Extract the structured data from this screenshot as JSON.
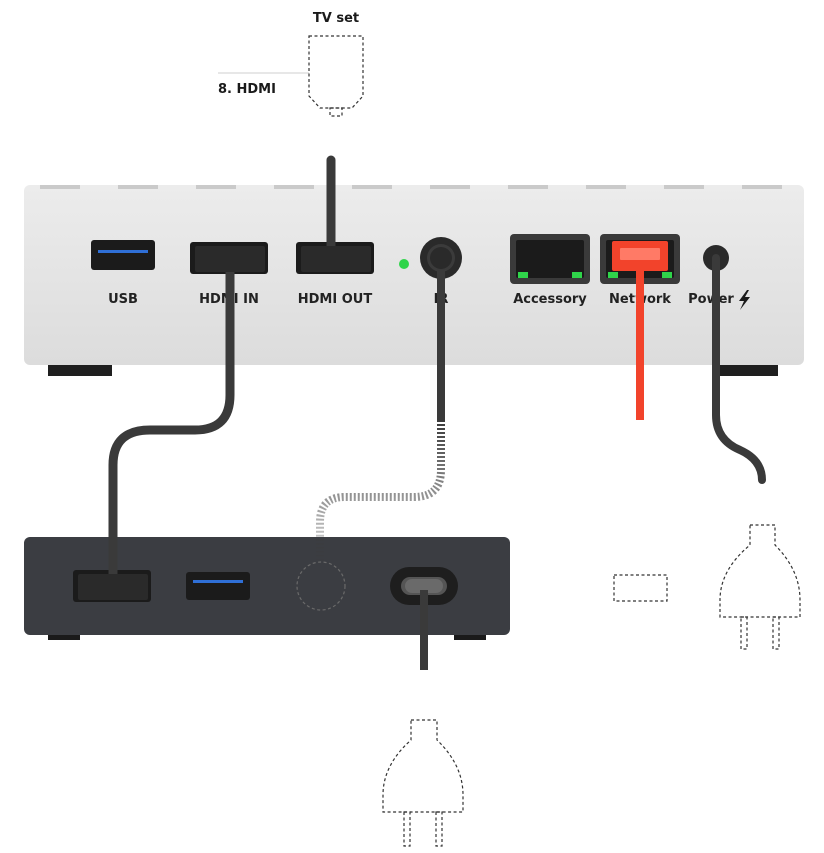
{
  "callout": {
    "tv_set": "TV set",
    "hdmi_ref": "8. HDMI"
  },
  "hub_ports": {
    "usb": "USB",
    "hdmi_in": "HDMI IN",
    "hdmi_out": "HDMI OUT",
    "ir": "IR",
    "accessory": "Accessory",
    "network": "Network",
    "power": "Power"
  },
  "colors": {
    "hub_body": "#e4e4e4",
    "source_body": "#3b3d42",
    "cable": "#3a3a3a",
    "network_cable": "#f2432b",
    "status_led": "#2fd44a",
    "usb_accent": "#2f6fd6"
  },
  "icons": {
    "power_symbol": "lightning-bolt-icon"
  }
}
